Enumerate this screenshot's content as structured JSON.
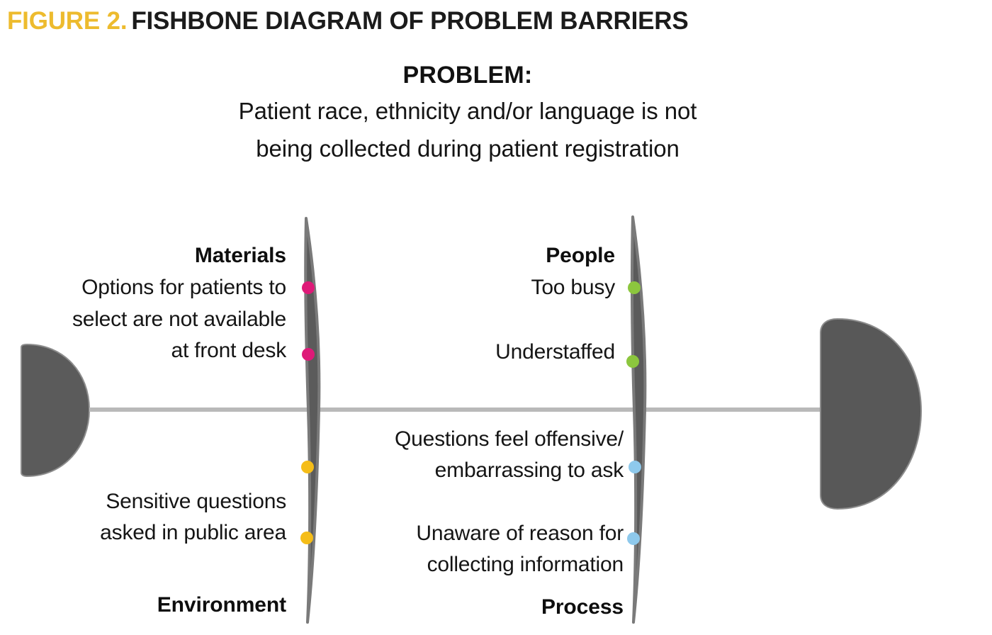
{
  "figure": {
    "number_label": "FIGURE 2.",
    "title": "FISHBONE DIAGRAM OF PROBLEM BARRIERS",
    "number_color": "#edbb2e",
    "title_color": "#1b1b1b"
  },
  "problem": {
    "label": "PROBLEM:",
    "line_1": "Patient race, ethnicity and/or language is not",
    "line_2": "being collected during patient registration"
  },
  "diagram": {
    "type": "fishbone",
    "spine_color": "#b9b9b9",
    "bone_color": "#5b5b5b",
    "head_color": "#585858",
    "tail_color": "#5b5b5b",
    "categories": [
      {
        "id": "materials",
        "heading": "Materials",
        "position": "upper-left",
        "dot_color": "#de1a78",
        "causes": [
          {
            "text_lines": [
              "Options for patients to",
              "select are not available",
              "at front desk"
            ],
            "dots": 2
          }
        ]
      },
      {
        "id": "people",
        "heading": "People",
        "position": "upper-right",
        "dot_color": "#8cc63e",
        "causes": [
          {
            "text_lines": [
              "Too busy"
            ],
            "dots": 1
          },
          {
            "text_lines": [
              "Understaffed"
            ],
            "dots": 1
          }
        ]
      },
      {
        "id": "environment",
        "heading": "Environment",
        "position": "lower-left",
        "dot_color": "#f5bd18",
        "causes": [
          {
            "text_lines": [
              "Sensitive questions",
              "asked in public area"
            ],
            "dots": 2
          }
        ]
      },
      {
        "id": "process",
        "heading": "Process",
        "position": "lower-right",
        "dot_color": "#8ec9ec",
        "causes": [
          {
            "text_lines": [
              "Questions feel offensive/",
              "embarrassing to ask"
            ],
            "dots": 1
          },
          {
            "text_lines": [
              "Unaware of reason for",
              "collecting information"
            ],
            "dots": 1
          }
        ]
      }
    ]
  },
  "labels": {
    "materials_heading": "Materials",
    "materials_line_1": "Options for patients to",
    "materials_line_2": "select are not available",
    "materials_line_3": "at front desk",
    "people_heading": "People",
    "people_line_1": "Too busy",
    "people_line_2": "Understaffed",
    "environment_heading": "Environment",
    "environment_line_1": "Sensitive questions",
    "environment_line_2": "asked in public area",
    "process_heading": "Process",
    "process_line_1": "Questions feel offensive/",
    "process_line_2": "embarrassing to ask",
    "process_line_3": "Unaware of reason for",
    "process_line_4": "collecting information"
  }
}
